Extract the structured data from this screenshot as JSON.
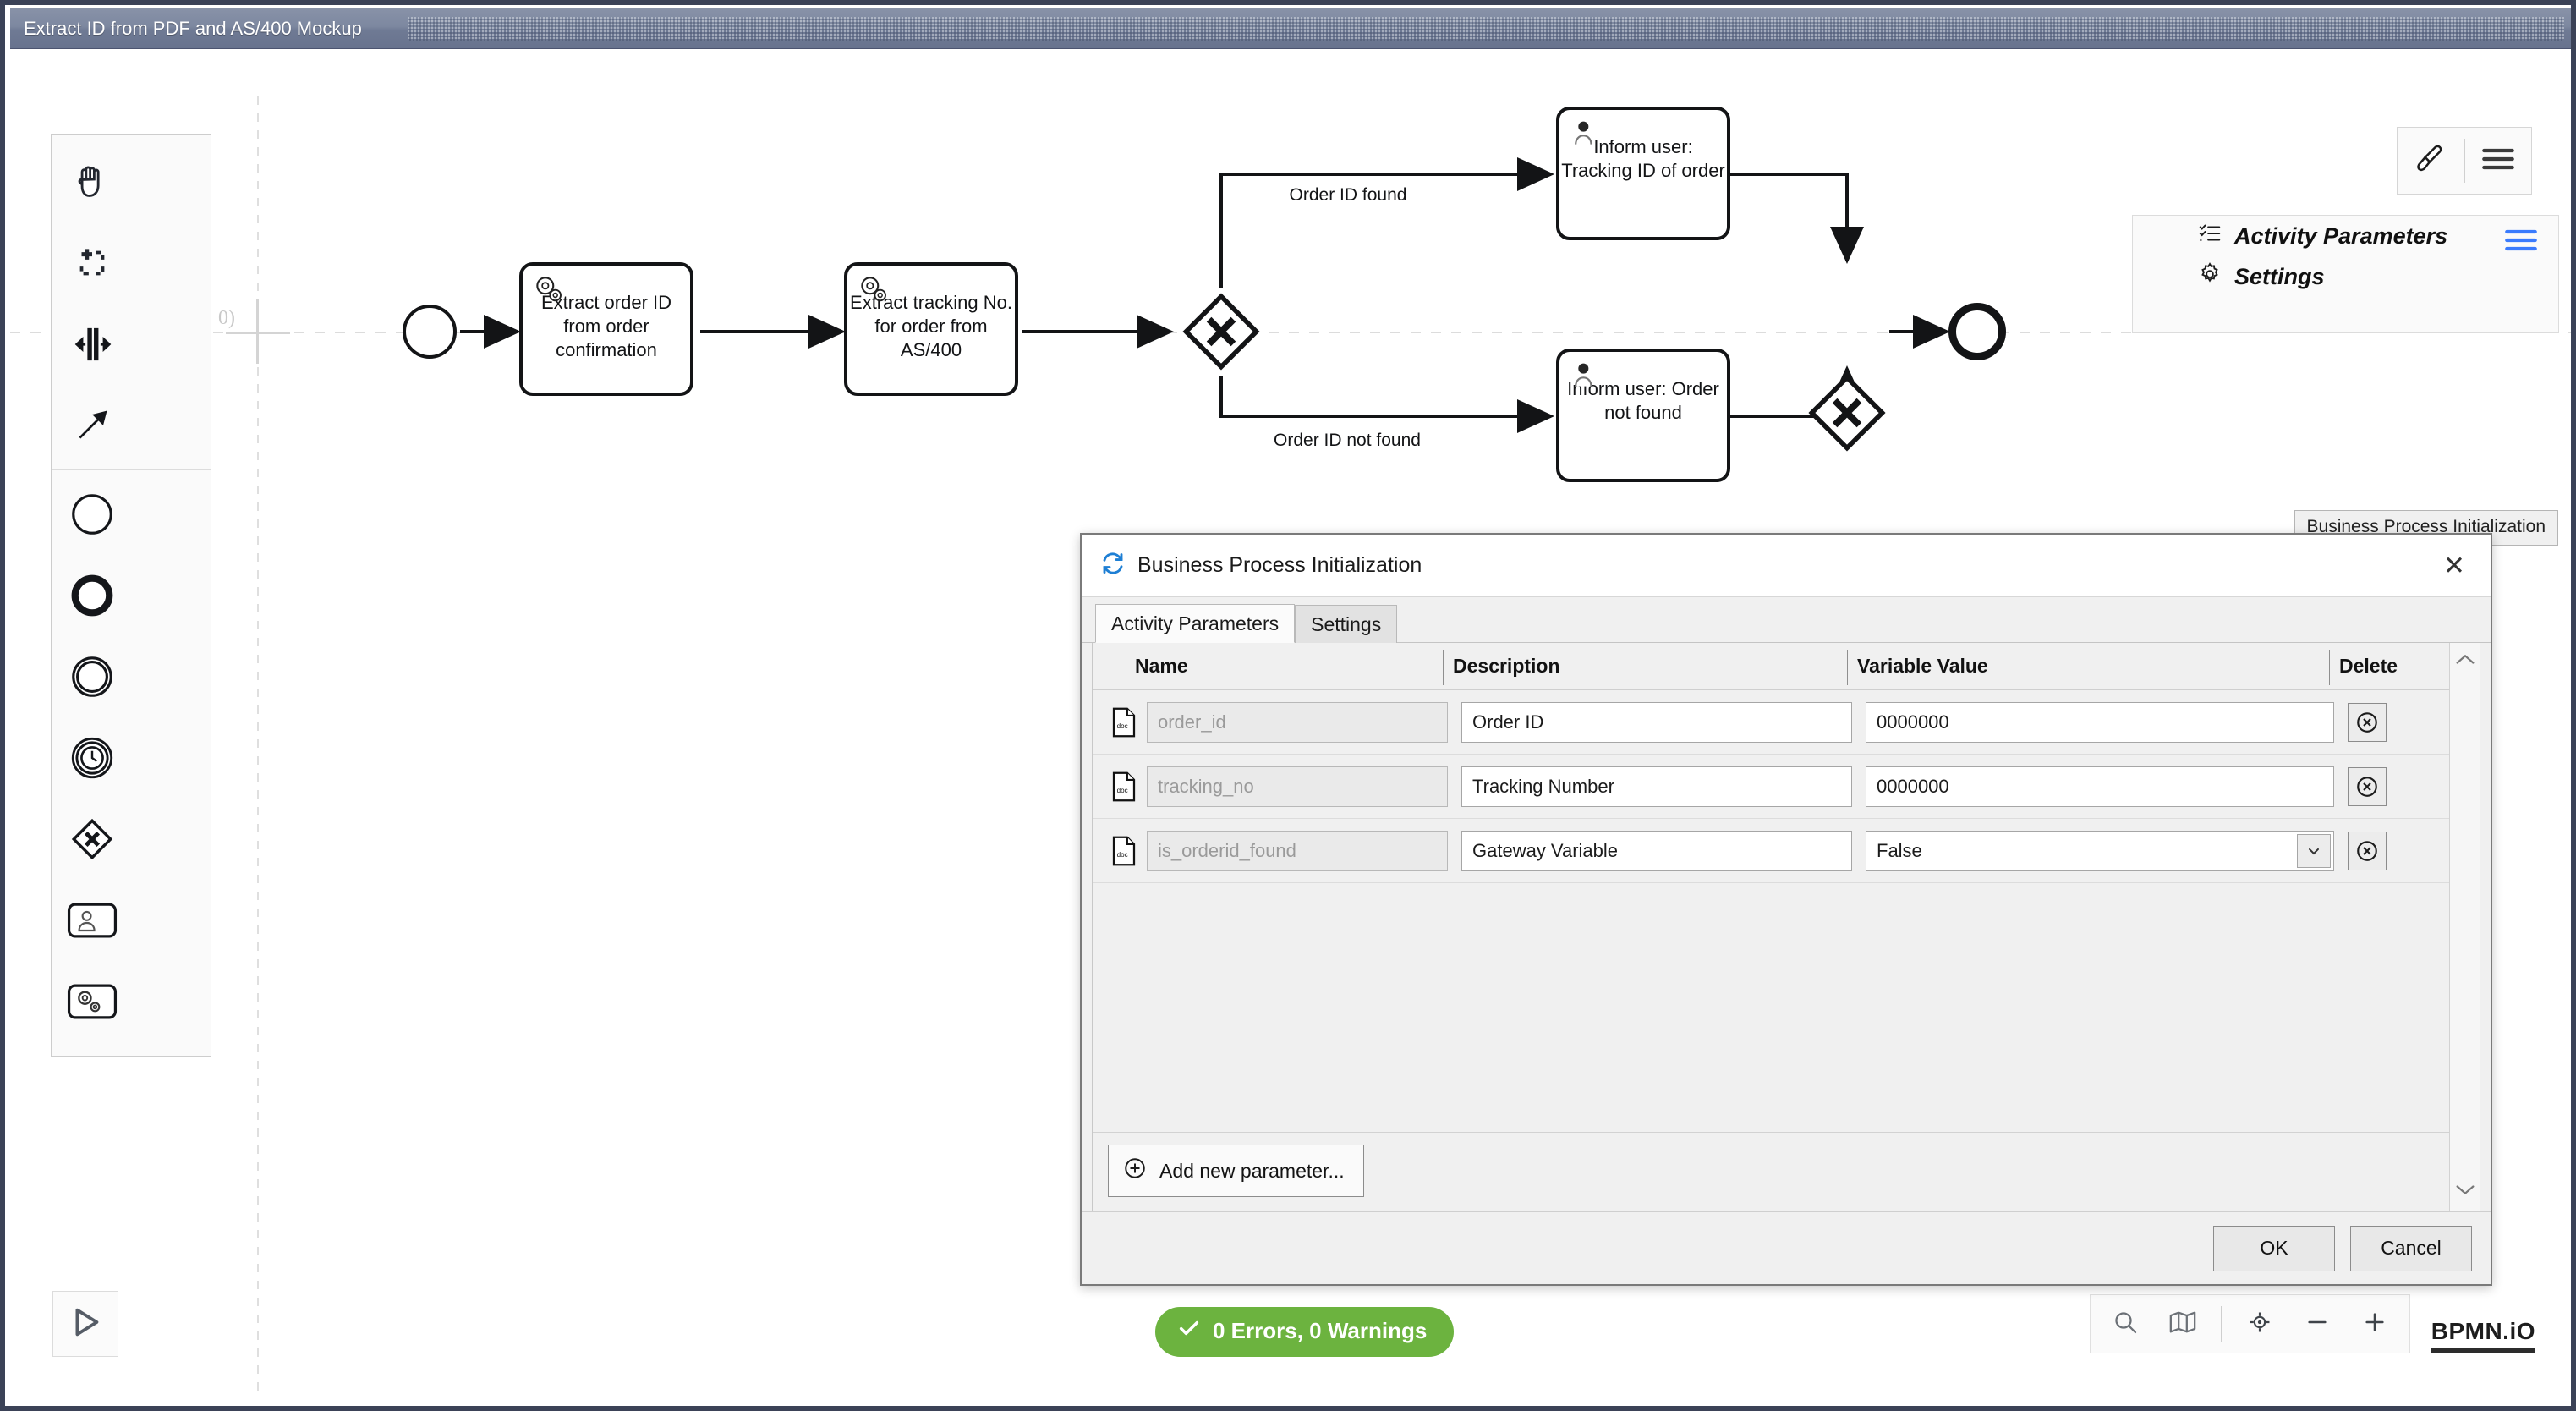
{
  "window": {
    "title": "Extract ID from PDF and AS/400 Mockup"
  },
  "canvas": {
    "origin_label": "0)"
  },
  "palette": {
    "items": [
      {
        "name": "hand-tool",
        "icon": "hand-icon"
      },
      {
        "name": "lasso-tool",
        "icon": "lasso-icon"
      },
      {
        "name": "space-tool",
        "icon": "space-tool-icon"
      },
      {
        "name": "global-connect-tool",
        "icon": "arrow-icon"
      },
      {
        "name": "start-event",
        "icon": "start-event-icon"
      },
      {
        "name": "end-event",
        "icon": "end-event-icon"
      },
      {
        "name": "intermediate-event",
        "icon": "intermediate-event-icon"
      },
      {
        "name": "timer-event",
        "icon": "timer-event-icon"
      },
      {
        "name": "exclusive-gateway",
        "icon": "gateway-icon"
      },
      {
        "name": "user-task",
        "icon": "user-task-icon"
      },
      {
        "name": "service-task",
        "icon": "service-task-icon"
      }
    ]
  },
  "diagram": {
    "nodes": {
      "start_event": "",
      "task_extract_order_id": "Extract order ID from order confirmation",
      "task_extract_tracking": "Extract tracking No. for order from AS/400",
      "task_inform_tracking": "Inform user: Tracking ID of order",
      "task_inform_not_found": "Inform user: Order not found",
      "end_event": ""
    },
    "flow_labels": {
      "found": "Order ID found",
      "not_found": "Order ID not found"
    }
  },
  "top_tools": {
    "brush": "brush-icon",
    "menu": "hamburger-icon"
  },
  "context_panel": {
    "menu_icon": "hamburger-icon",
    "items": [
      {
        "label": "Activity Parameters",
        "icon": "checklist-icon"
      },
      {
        "label": "Settings",
        "icon": "gear-icon"
      }
    ],
    "tooltip": "Business Process Initialization"
  },
  "dialog": {
    "title": "Business Process Initialization",
    "title_icon": "sync-icon",
    "close_label": "✕",
    "tabs": [
      {
        "label": "Activity Parameters",
        "active": true
      },
      {
        "label": "Settings",
        "active": false
      }
    ],
    "table": {
      "columns": [
        "Name",
        "Description",
        "Variable Value",
        "Delete"
      ],
      "rows": [
        {
          "icon": "doc-icon",
          "name": "order_id",
          "description": "Order ID",
          "value": "0000000",
          "value_type": "text",
          "delete_label": "⊗"
        },
        {
          "icon": "doc-icon",
          "name": "tracking_no",
          "description": "Tracking Number",
          "value": "0000000",
          "value_type": "text",
          "delete_label": "⊗"
        },
        {
          "icon": "doc-icon",
          "name": "is_orderid_found",
          "description": "Gateway Variable",
          "value": "False",
          "value_type": "select",
          "delete_label": "⊗"
        }
      ]
    },
    "add_button": "Add new parameter...",
    "ok_label": "OK",
    "cancel_label": "Cancel"
  },
  "bottom": {
    "play": "play-icon",
    "status": {
      "icon": "check-icon",
      "text": "0 Errors, 0 Warnings",
      "color": "#6cb33f"
    },
    "zoom_tools": [
      {
        "name": "search-icon"
      },
      {
        "name": "minimap-icon"
      },
      {
        "name": "reset-zoom-icon"
      },
      {
        "name": "zoom-out-icon",
        "label": "−"
      },
      {
        "name": "zoom-in-icon",
        "label": "+"
      }
    ],
    "brand": "BPMN.iO"
  }
}
